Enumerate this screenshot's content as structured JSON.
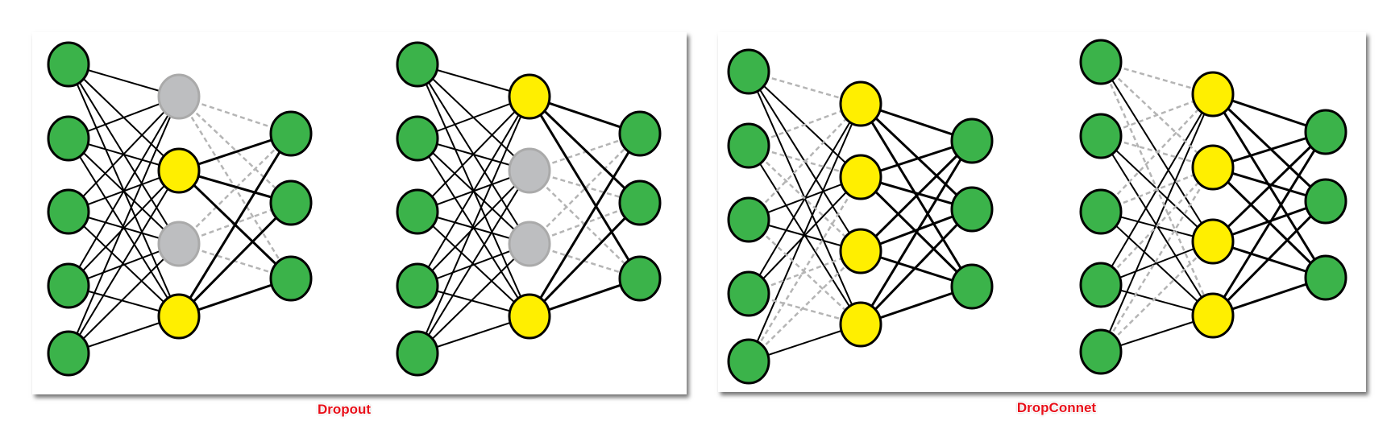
{
  "captions": {
    "dropout": "Dropout",
    "dropconnect": "DropConnet"
  },
  "colors": {
    "input_output": "#3bb34a",
    "hidden_active": "#ffef00",
    "hidden_dropped": "#bdbec0",
    "edge": "#000000",
    "edge_dropped": "#b5b5b5"
  },
  "networks": [
    {
      "method": "dropout",
      "hidden_states": [
        "dropped",
        "active",
        "dropped",
        "active"
      ],
      "input_hidden_mask": [
        [
          1,
          1,
          1,
          1
        ],
        [
          1,
          1,
          1,
          1
        ],
        [
          1,
          1,
          1,
          1
        ],
        [
          1,
          1,
          1,
          1
        ],
        [
          1,
          1,
          1,
          1
        ]
      ]
    },
    {
      "method": "dropout",
      "hidden_states": [
        "active",
        "dropped",
        "dropped",
        "active"
      ],
      "input_hidden_mask": [
        [
          1,
          1,
          1,
          1
        ],
        [
          1,
          1,
          1,
          1
        ],
        [
          1,
          1,
          1,
          1
        ],
        [
          1,
          1,
          1,
          1
        ],
        [
          1,
          1,
          1,
          1
        ]
      ]
    },
    {
      "method": "dropconnect",
      "hidden_states": [
        "active",
        "active",
        "active",
        "active"
      ],
      "input_hidden_mask": [
        [
          0,
          1,
          1,
          1
        ],
        [
          0,
          0,
          0,
          1
        ],
        [
          0,
          1,
          1,
          0
        ],
        [
          1,
          1,
          0,
          0
        ],
        [
          1,
          0,
          0,
          1
        ]
      ]
    },
    {
      "method": "dropconnect",
      "hidden_states": [
        "active",
        "active",
        "active",
        "active"
      ],
      "input_hidden_mask": [
        [
          0,
          0,
          1,
          0
        ],
        [
          0,
          0,
          1,
          1
        ],
        [
          0,
          0,
          1,
          1
        ],
        [
          1,
          0,
          1,
          1
        ],
        [
          1,
          0,
          0,
          1
        ]
      ]
    }
  ]
}
